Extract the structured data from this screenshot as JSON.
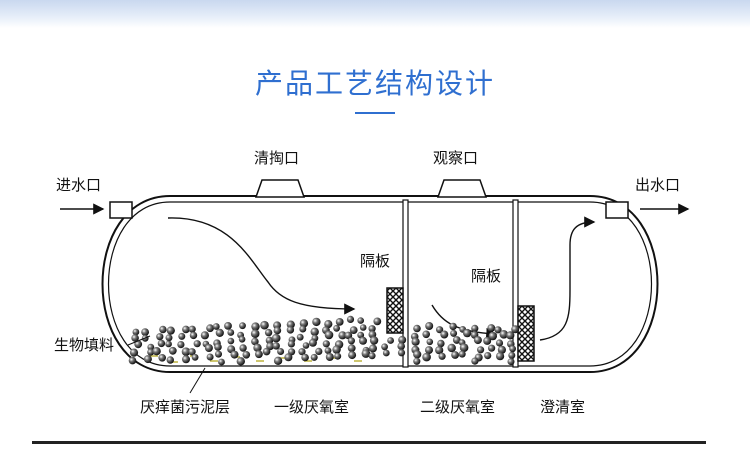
{
  "header": {
    "title": "产品工艺结构设计"
  },
  "diagram": {
    "inlet_label": "进水口",
    "outlet_label": "出水口",
    "cleanout_label": "清掏口",
    "inspection_label": "观察口",
    "baffle1_label": "隔板",
    "baffle2_label": "隔板",
    "filler_label": "生物填料",
    "sludge_label": "厌痒菌污泥层",
    "chamber1_label": "一级厌氧室",
    "chamber2_label": "二级厌氧室",
    "chamber3_label": "澄清室"
  }
}
